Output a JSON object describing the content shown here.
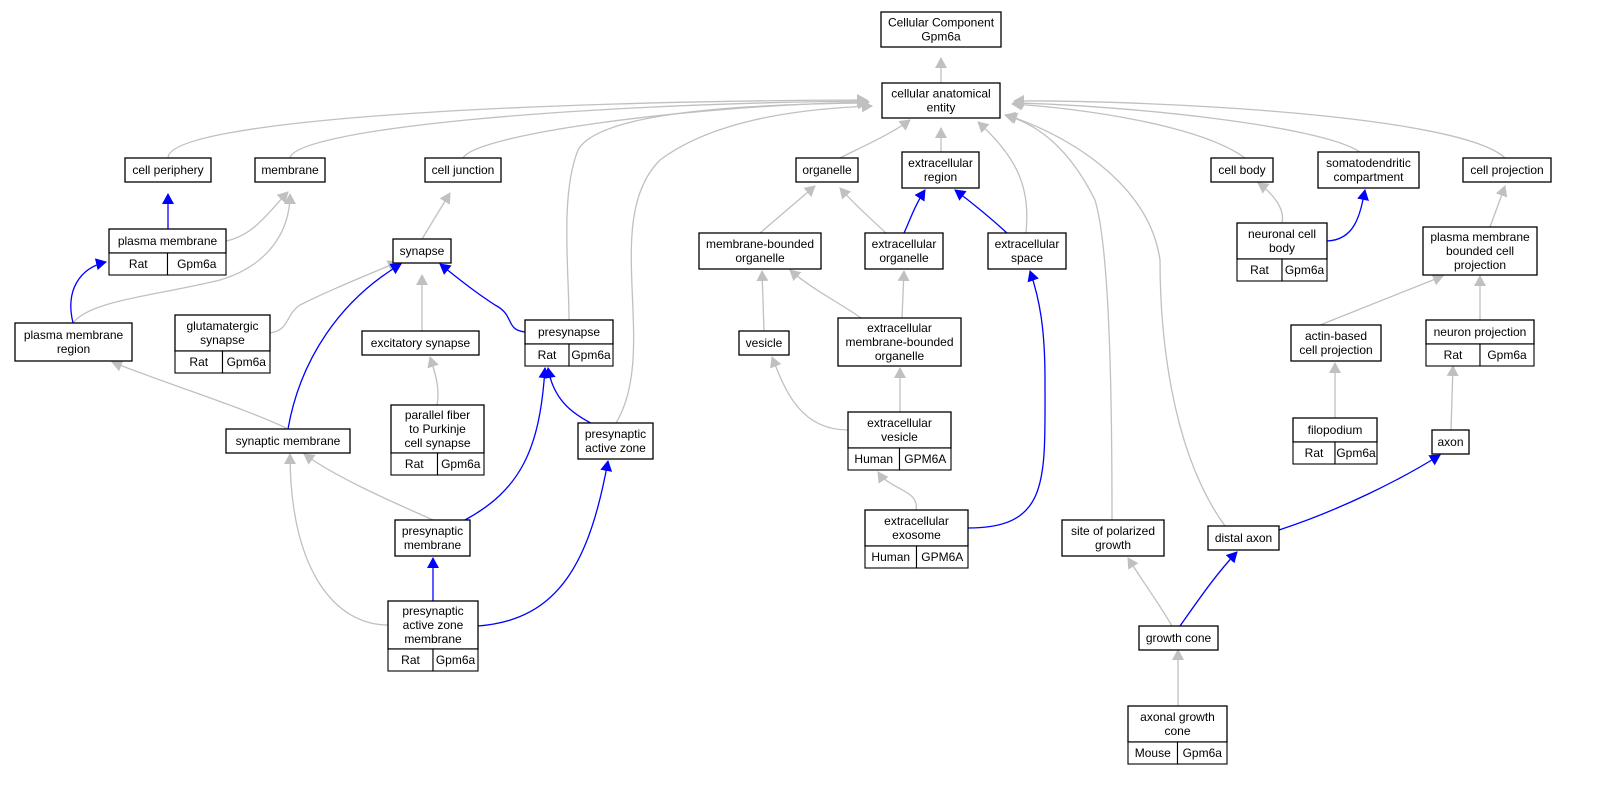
{
  "colors": {
    "rat": "#ffd700",
    "human": "#ff6347",
    "mouse": "#add8e6",
    "is_a_edge": "#c0c0c0",
    "part_of_edge": "#0000ff"
  },
  "nodes": {
    "cc": [
      "Cellular Component",
      "Gpm6a"
    ],
    "cae": [
      "cellular anatomical",
      "entity"
    ],
    "cp": [
      "cell periphery"
    ],
    "mem": [
      "membrane"
    ],
    "cj": [
      "cell junction"
    ],
    "org": [
      "organelle"
    ],
    "er": [
      "extracellular",
      "region"
    ],
    "cb": [
      "cell body"
    ],
    "sdc": [
      "somatodendritic",
      "compartment"
    ],
    "cproj": [
      "cell projection"
    ],
    "pm": [
      "plasma membrane"
    ],
    "syn": [
      "synapse"
    ],
    "mbo": [
      "membrane-bounded",
      "organelle"
    ],
    "eo": [
      "extracellular",
      "organelle"
    ],
    "es": [
      "extracellular",
      "space"
    ],
    "ncb": [
      "neuronal cell",
      "body"
    ],
    "pmbcp": [
      "plasma membrane",
      "bounded cell",
      "projection"
    ],
    "pmr": [
      "plasma membrane",
      "region"
    ],
    "glu": [
      "glutamatergic",
      "synapse"
    ],
    "exs": [
      "excitatory synapse"
    ],
    "pre": [
      "presynapse"
    ],
    "ves": [
      "vesicle"
    ],
    "embo": [
      "extracellular",
      "membrane-bounded",
      "organelle"
    ],
    "abcp": [
      "actin-based",
      "cell projection"
    ],
    "np": [
      "neuron projection"
    ],
    "sm": [
      "synaptic membrane"
    ],
    "pfpc": [
      "parallel fiber",
      "to Purkinje",
      "cell synapse"
    ],
    "paz": [
      "presynaptic",
      "active zone"
    ],
    "ev": [
      "extracellular",
      "vesicle"
    ],
    "fil": [
      "filopodium"
    ],
    "axon": [
      "axon"
    ],
    "pmem": [
      "presynaptic",
      "membrane"
    ],
    "exo": [
      "extracellular",
      "exosome"
    ],
    "spg": [
      "site of polarized",
      "growth"
    ],
    "da": [
      "distal axon"
    ],
    "pazm": [
      "presynaptic",
      "active zone",
      "membrane"
    ],
    "gc": [
      "growth cone"
    ],
    "agc": [
      "axonal growth",
      "cone"
    ]
  },
  "annotations": {
    "pm": [
      "Rat",
      "Gpm6a"
    ],
    "glu": [
      "Rat",
      "Gpm6a"
    ],
    "pre": [
      "Rat",
      "Gpm6a"
    ],
    "pfpc": [
      "Rat",
      "Gpm6a"
    ],
    "pazm": [
      "Rat",
      "Gpm6a"
    ],
    "ev": [
      "Human",
      "GPM6A"
    ],
    "exo": [
      "Human",
      "GPM6A"
    ],
    "ncb": [
      "Rat",
      "Gpm6a"
    ],
    "np": [
      "Rat",
      "Gpm6a"
    ],
    "fil": [
      "Rat",
      "Gpm6a"
    ],
    "agc": [
      "Mouse",
      "Gpm6a"
    ]
  }
}
